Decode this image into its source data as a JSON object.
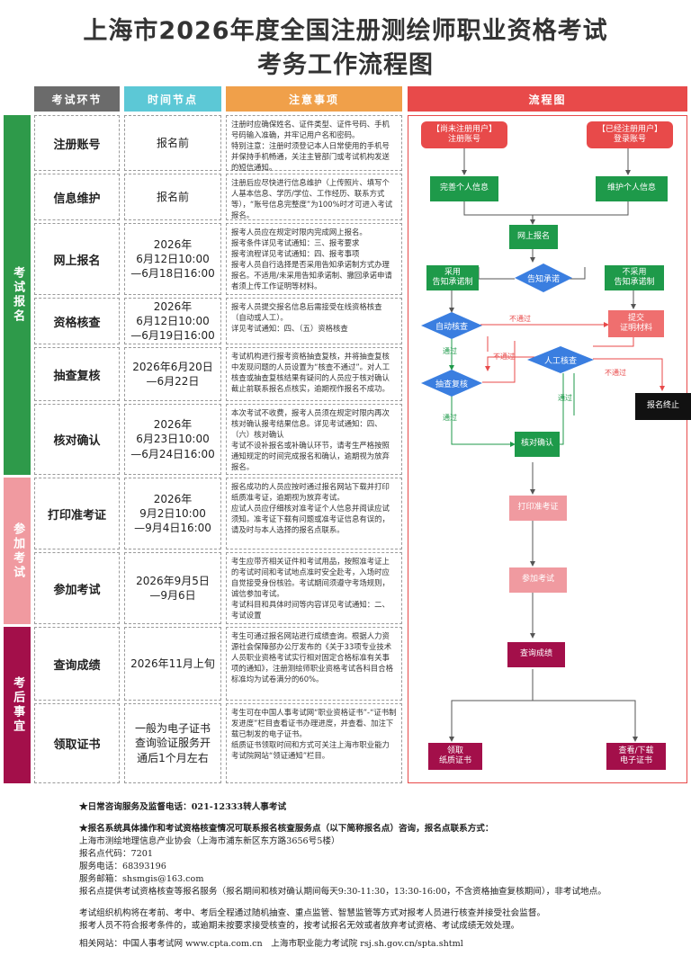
{
  "title": {
    "line1": "上海市2026年度全国注册测绘师职业资格考试",
    "line2": "考务工作流程图"
  },
  "headers": {
    "stage": "考试环节",
    "time": "时间节点",
    "notes": "注意事项",
    "flow": "流程图"
  },
  "sections": {
    "s1": "考试报名",
    "s2": "参加考试",
    "s3": "考后事宜"
  },
  "rows": [
    {
      "stage": "注册账号",
      "time": "报名前",
      "note": "注册时应确保姓名、证件类型、证件号码、手机号码输入准确，并牢记用户名和密码。\n特别注意：注册时须登记本人日常使用的手机号并保持手机畅通，关注主管部门或考试机构发送的短信通知。"
    },
    {
      "stage": "信息维护",
      "time": "报名前",
      "note": "注册后应尽快进行信息维护（上传照片、填写个人基本信息、学历/学位、工作经历、联系方式等），“账号信息完整度”为100%时才可进入考试报名。"
    },
    {
      "stage": "网上报名",
      "time": "2026年\n6月12日10:00\n—6月18日16:00",
      "note": "报考人员应在规定时限内完成网上报名。\n报考条件详见考试通知：三、报考要求\n报考流程详见考试通知：四、报考事项\n报考人员自行选择是否采用告知承诺制方式办理报名。不适用/未采用告知承诺制、撤回承诺申请者须上传工作证明等材料。"
    },
    {
      "stage": "资格核查",
      "time": "2026年\n6月12日10:00\n—6月19日16:00",
      "note": "报考人员提交报名信息后需接受在线资格核查（自动或人工）。\n详见考试通知：四、（五）资格核查"
    },
    {
      "stage": "抽查复核",
      "time": "2026年6月20日\n—6月22日",
      "note": "考试机构进行报考资格抽查复核，并将抽查复核中发现问题的人员设置为“核查不通过”。对人工核查或抽查复核结果有疑问的人员应于核对确认截止前联系报名点核实，逾期视作报名不成功。"
    },
    {
      "stage": "核对确认",
      "time": "2026年\n6月23日10:00\n—6月24日16:00",
      "note": "本次考试不收费，报考人员须在规定时限内再次核对确认报考结果信息。详见考试通知：四、（六）核对确认\n考试不设补报名或补确认环节，请考生严格按照通知规定的时间完成报名和确认，逾期视为放弃报名。"
    },
    {
      "stage": "打印准考证",
      "time": "2026年\n9月2日10:00\n—9月4日16:00",
      "note": "报名成功的人员应按时通过报名网站下载并打印纸质准考证，逾期视为放弃考试。\n应试人员应仔细核对准考证个人信息并阅读应试须知。准考证下载有问题或准考证信息有误的，请及时与本人选择的报名点联系。"
    },
    {
      "stage": "参加考试",
      "time": "2026年9月5日\n—9月6日",
      "note": "考生应带齐相关证件和考试用品，按照准考证上的考试时间和考试地点准时安全赴考，入场时应自觉接受身份核验。考试期间须遵守考场规则，诚信参加考试。\n考试科目和具体时间等内容详见考试通知：二、考试设置"
    },
    {
      "stage": "查询成绩",
      "time": "2026年11月上旬",
      "note": "考生可通过报名网站进行成绩查询。根据人力资源社会保障部办公厅发布的《关于33项专业技术人员职业资格考试实行相对固定合格标准有关事项的通知》，注册测绘师职业资格考试各科目合格标准均为试卷满分的60%。"
    },
    {
      "stage": "领取证书",
      "time": "一般为电子证书\n查询验证服务开\n通后1个月左右",
      "note": "考生可在中国人事考试网“职业资格证书”-“证书制发进度”栏目查看证书办理进度，并查看、加注下载已制发的电子证书。\n纸质证书领取时间和方式可关注上海市职业能力考试院网站“领证通知”栏目。"
    }
  ],
  "flow": {
    "unreg": "【尚未注册用户】\n注册账号",
    "reg": "【已经注册用户】\n登录账号",
    "complete_info": "完善个人信息",
    "maintain_info": "维护个人信息",
    "online_reg": "网上报名",
    "notify_commit": "告知承诺",
    "adopt": "采用\n告知承诺制",
    "not_adopt": "不采用\n告知承诺制",
    "auto_check": "自动核查",
    "submit_proof": "提交\n证明材料",
    "manual_check": "人工核查",
    "spot_check": "抽查复核",
    "reg_end": "报名终止",
    "confirm": "核对确认",
    "print": "打印准考证",
    "attend": "参加考试",
    "score": "查询成绩",
    "get_paper": "领取\n纸质证书",
    "get_e": "查看/下载\n电子证书",
    "fail": "不通过",
    "pass": "通过"
  },
  "footer": {
    "hotline": "★日常咨询服务及监督电话：021-12333转人事考试",
    "contact_intro": "★报名系统具体操作和考试资格核查情况可联系报名核查服务点（以下简称报名点）咨询，报名点联系方式：",
    "org": "上海市测绘地理信息产业协会（上海市浦东新区东方路3656号5楼）",
    "code": "报名点代码：7201",
    "phone": "服务电话：68393196",
    "email": "服务邮箱：shsmgis@163.com",
    "service": "报名点提供考试资格核查等报名服务（报名期间和核对确认期间每天9:30-11:30，13:30-16:00，不含资格抽查复核期间），非考试地点。",
    "monitor1": "考试组织机构将在考前、考中、考后全程通过随机抽查、重点监管、智慧监管等方式对报考人员进行核查并接受社会监督。",
    "monitor2": "报考人员不符合报考条件的，或逾期未按要求接受核查的，按考试报名无效或者放弃考试资格、考试成绩无效处理。",
    "links": "相关网站：中国人事考试网 www.cpta.com.cn　上海市职业能力考试院 rsj.sh.gov.cn/spta.shtml"
  }
}
